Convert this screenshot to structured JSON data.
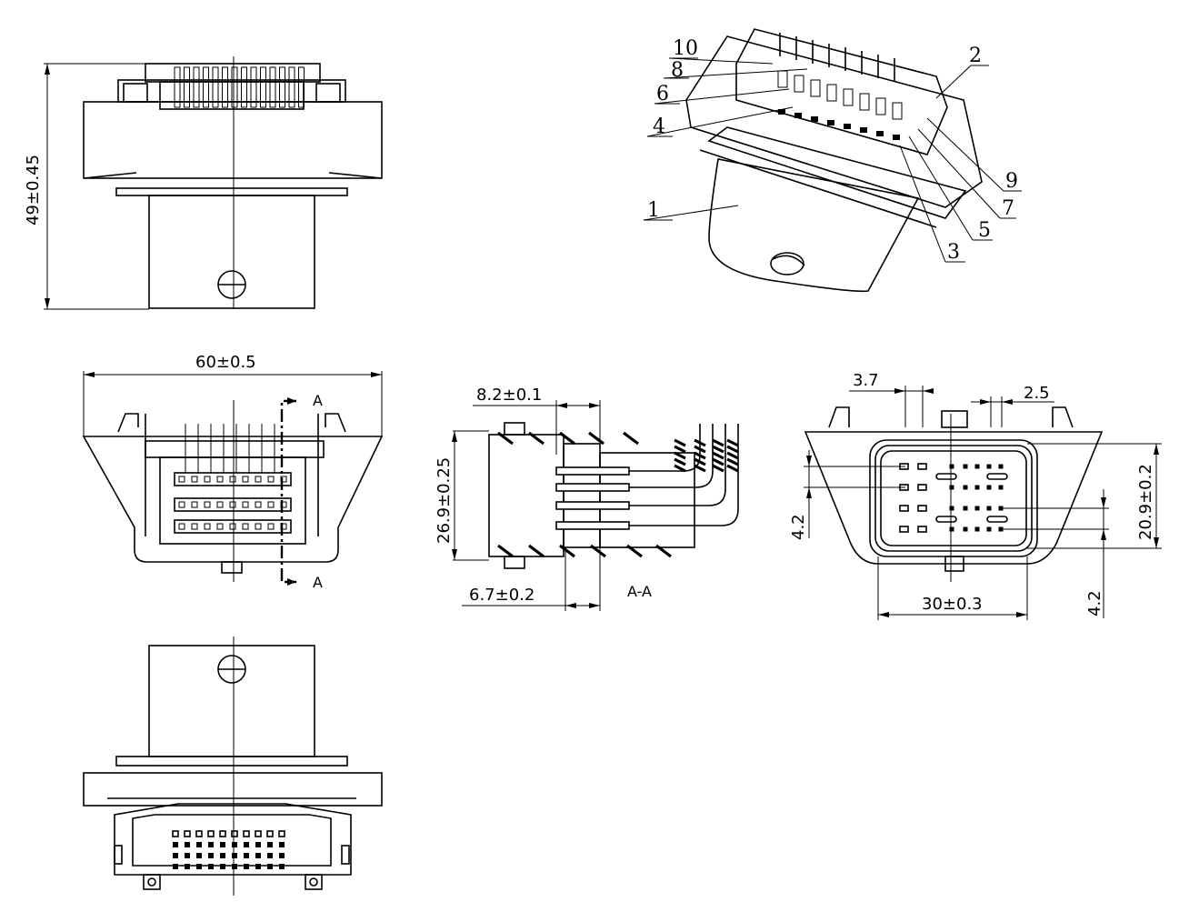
{
  "dimensions": {
    "height_total": "49±0.45",
    "width_total": "60±0.5",
    "section_depth": "8.2±0.1",
    "section_height": "26.9±0.25",
    "section_offset": "6.7±0.2",
    "pin_pitch_a": "3.7",
    "pin_pitch_b": "2.5",
    "face_height": "20.9±0.2",
    "face_width": "30±0.3",
    "row_pitch_left": "4.2",
    "row_pitch_right": "4.2"
  },
  "section_marks": {
    "top": "A",
    "bottom": "A",
    "caption": "A-A"
  },
  "callouts": [
    "1",
    "2",
    "3",
    "4",
    "5",
    "6",
    "7",
    "8",
    "9",
    "10"
  ]
}
